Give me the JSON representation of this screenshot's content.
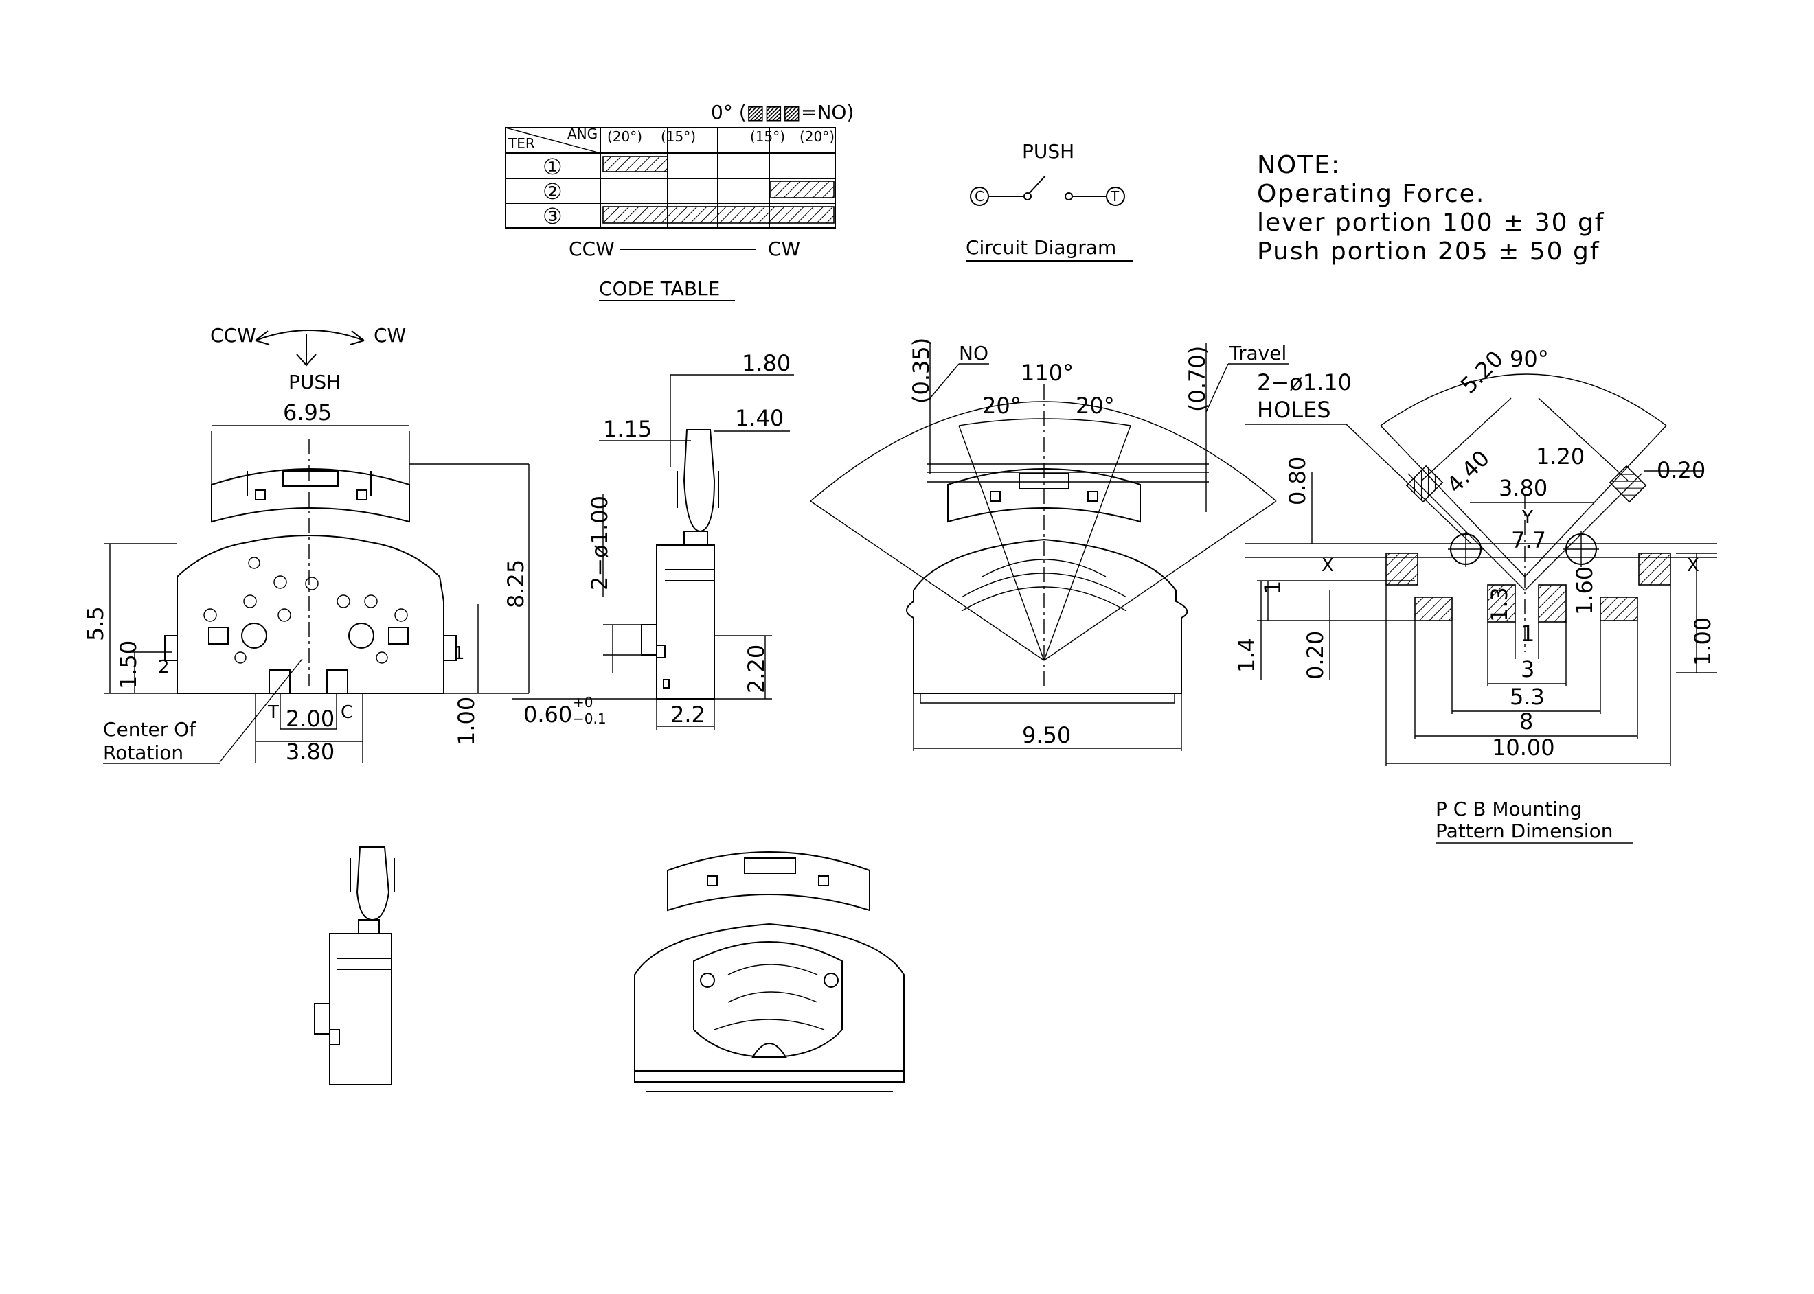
{
  "code_table": {
    "title": "CODE TABLE",
    "legend": "0°  (▨▨▨=NO)",
    "header_ter": "TER",
    "header_ang": "ANG",
    "angles": [
      "(20°)",
      "(15°)",
      "(15°)",
      "(20°)"
    ],
    "rows": [
      "①",
      "②",
      "③"
    ],
    "direction_left": "CCW",
    "direction_right": "CW"
  },
  "circuit": {
    "push_label": "PUSH",
    "title": "Circuit Diagram",
    "terminal_c": "C",
    "terminal_t": "T"
  },
  "note": {
    "title": "NOTE:",
    "line1": "Operating  Force.",
    "line2": "lever  portion  100  ±  30  gf",
    "line3": "Push  portion  205  ±  50  gf"
  },
  "front_view": {
    "ccw": "CCW",
    "cw": "CW",
    "push": "PUSH",
    "dim_top": "6.95",
    "dim_height": "8.25",
    "dim_left": "5.5",
    "dim_150": "1.50",
    "dim_100": "1.00",
    "dim_200": "2.00",
    "dim_380": "3.80",
    "label_1": "1",
    "label_2": "2",
    "label_t": "T",
    "label_c": "C",
    "center_line1": "Center  Of",
    "center_line2": "Rotation"
  },
  "side_view": {
    "dim_180": "1.80",
    "dim_115": "1.15",
    "dim_140": "1.40",
    "dim_holes": "2−ø1.00",
    "dim_060": "0.60",
    "dim_060_tol_plus": "+0",
    "dim_060_tol_minus": "−0.1",
    "dim_22": "2.2",
    "dim_220": "2.20"
  },
  "angle_view": {
    "dim_035": "(0.35)",
    "no_label": "NO",
    "angle_110": "110°",
    "angle_20_left": "20°",
    "angle_20_right": "20°",
    "dim_070": "(0.70)",
    "travel": "Travel",
    "dim_950": "9.50"
  },
  "pcb": {
    "angle_90": "90°",
    "holes_line1": "2−ø1.10",
    "holes_line2": "HOLES",
    "dim_520": "5.20",
    "dim_440": "4.40",
    "dim_120": "1.20",
    "dim_020_right": "0.20",
    "dim_380": "3.80",
    "dim_080": "0.80",
    "label_y": "Y",
    "label_x_left": "X",
    "label_x_right": "X",
    "dim_77": "7.7",
    "dim_1_left": "1",
    "dim_13": "1.3",
    "dim_160": "1.60",
    "dim_14": "1.4",
    "dim_020_left": "0.20",
    "dim_100_right": "1.00",
    "dim_1_center": "1",
    "dim_3": "3",
    "dim_53": "5.3",
    "dim_8": "8",
    "dim_1000": "10.00",
    "caption_line1": "P C B  Mounting",
    "caption_line2": "Pattern  Dimension"
  }
}
